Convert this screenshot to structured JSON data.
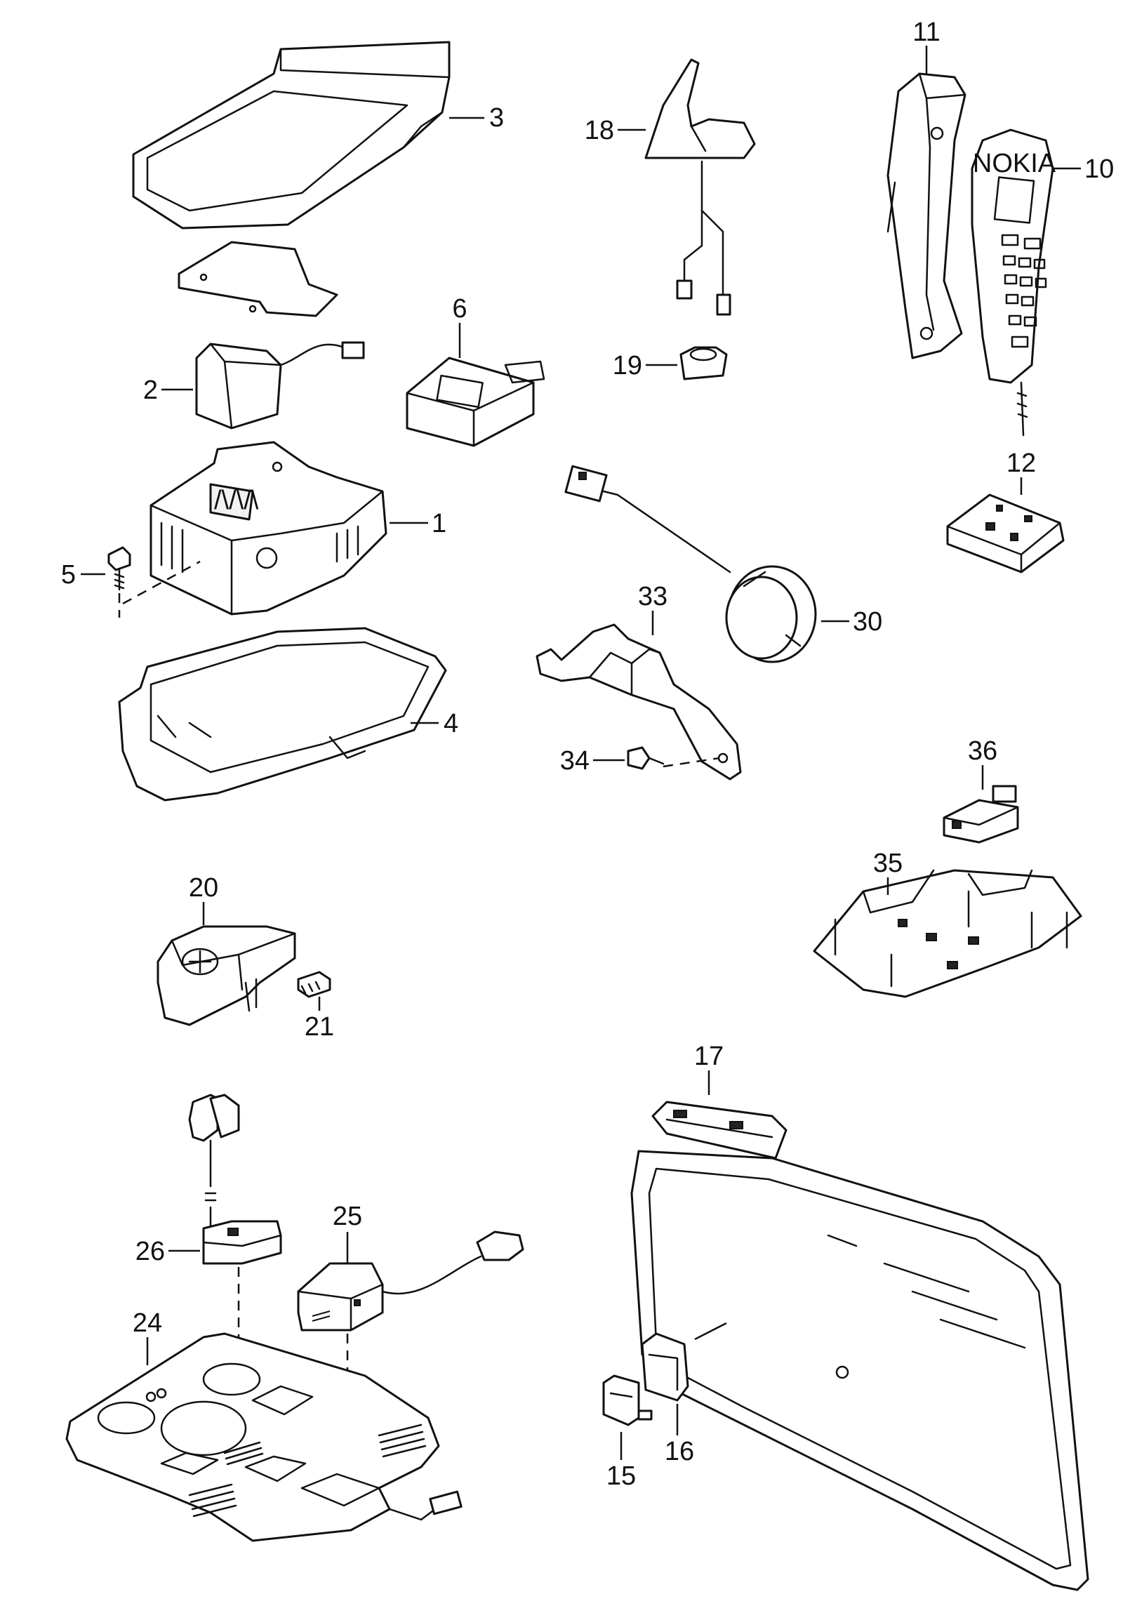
{
  "labels": {
    "p1": "1",
    "p2": "2",
    "p3": "3",
    "p4": "4",
    "p5": "5",
    "p6": "6",
    "p10": "10",
    "p11": "11",
    "p12": "12",
    "p15": "15",
    "p16": "16",
    "p17": "17",
    "p18": "18",
    "p19": "19",
    "p20": "20",
    "p21": "21",
    "p24": "24",
    "p25": "25",
    "p26": "26",
    "p30": "30",
    "p33": "33",
    "p34": "34",
    "p35": "35",
    "p36": "36"
  },
  "handset_brand": "NOKIA",
  "colors": {
    "line": "#111111",
    "background": "#ffffff"
  }
}
